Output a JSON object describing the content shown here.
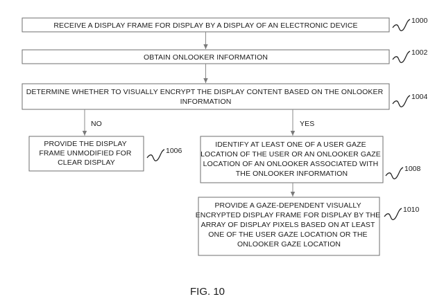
{
  "steps": {
    "s1000": {
      "lines": [
        "RECEIVE A DISPLAY FRAME FOR DISPLAY BY A DISPLAY OF AN ELECTRONIC DEVICE"
      ],
      "ref": "1000"
    },
    "s1002": {
      "lines": [
        "OBTAIN ONLOOKER INFORMATION"
      ],
      "ref": "1002"
    },
    "s1004": {
      "lines": [
        "DETERMINE WHETHER TO VISUALLY ENCRYPT THE DISPLAY CONTENT BASED ON THE ONLOOKER",
        "INFORMATION"
      ],
      "ref": "1004"
    },
    "s1006": {
      "lines": [
        "PROVIDE THE DISPLAY",
        "FRAME UNMODIFIED FOR",
        "CLEAR DISPLAY"
      ],
      "ref": "1006"
    },
    "s1008": {
      "lines": [
        "IDENTIFY AT LEAST ONE OF A USER GAZE",
        "LOCATION OF THE USER OR AN ONLOOKER GAZE",
        "LOCATION OF AN ONLOOKER ASSOCIATED WITH",
        "THE ONLOOKER INFORMATION"
      ],
      "ref": "1008"
    },
    "s1010": {
      "lines": [
        "PROVIDE A GAZE-DEPENDENT VISUALLY",
        "ENCRYPTED DISPLAY FRAME FOR DISPLAY BY THE",
        "ARRAY OF DISPLAY PIXELS BASED ON AT LEAST",
        "ONE OF THE USER GAZE LOCATION OR THE",
        "ONLOOKER GAZE LOCATION"
      ],
      "ref": "1010"
    }
  },
  "branches": {
    "no": "NO",
    "yes": "YES"
  },
  "figure_label": "FIG. 10"
}
